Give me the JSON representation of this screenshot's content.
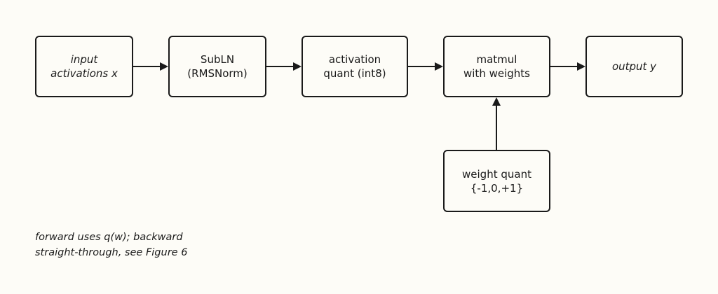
{
  "nodes": {
    "input": {
      "lines": [
        "input",
        "activations x"
      ]
    },
    "subln": {
      "lines": [
        "SubLN",
        "(RMSNorm)"
      ]
    },
    "act_quant": {
      "lines": [
        "activation",
        "quant (int8)"
      ]
    },
    "matmul": {
      "lines": [
        "matmul",
        "with weights"
      ]
    },
    "output": {
      "lines": [
        "output y"
      ]
    },
    "weight_quant": {
      "lines": [
        "weight quant",
        "{-1,0,+1}"
      ]
    }
  },
  "edges": [
    {
      "from": "input",
      "to": "subln"
    },
    {
      "from": "subln",
      "to": "act_quant"
    },
    {
      "from": "act_quant",
      "to": "matmul"
    },
    {
      "from": "matmul",
      "to": "output"
    },
    {
      "from": "weight_quant",
      "to": "matmul"
    }
  ],
  "note": {
    "lines": [
      "forward uses q(w); backward",
      "straight-through, see Figure 6"
    ]
  },
  "colors": {
    "background": "#fdfcf7",
    "stroke": "#1a1a1a"
  }
}
